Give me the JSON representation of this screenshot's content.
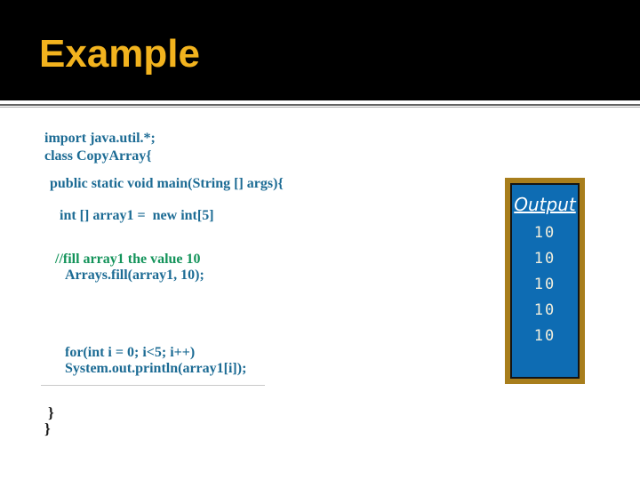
{
  "slide": {
    "title": "Example",
    "code": {
      "import_line": "import java.util.*;",
      "class_line": "class CopyArray{",
      "main_line": "public static void main(String [] args){",
      "array_decl_line": "int [] array1 =  new int[5]",
      "comment_line": "//fill array1 the value 10",
      "fill_line": "Arrays.fill(array1, 10);",
      "for_line": "for(int i = 0; i<5; i++)",
      "println_line": "System.out.println(array1[i]);",
      "closing_brace_1": "}",
      "closing_brace_2": "}"
    },
    "output_box": {
      "title": "Output",
      "values": [
        "10",
        "10",
        "10",
        "10",
        "10"
      ]
    },
    "colors": {
      "header_background": "#000000",
      "title_gold": "#F2B31E",
      "code_blue": "#1C6B94",
      "comment_green": "#13935A",
      "box_border_gold": "#A87E1C",
      "box_fill_blue": "#0E6CB3",
      "value_cream": "#F1EEDC"
    }
  }
}
